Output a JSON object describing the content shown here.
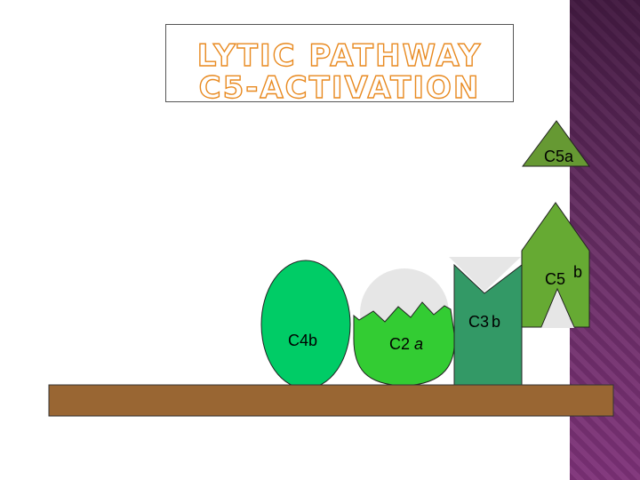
{
  "title": {
    "line1": "LYTIC PATHWAY",
    "line2": "C5-ACTIVATION"
  },
  "components": {
    "c4b": "C4b",
    "c2a": "C2 a",
    "c3b": "C3b",
    "c5b": "C5 b",
    "c5a": "C5a"
  },
  "colors": {
    "c4b": "#00cc66",
    "c2a": "#33cc33",
    "c3b": "#339966",
    "c5": "#66aa33",
    "c5a": "#669933",
    "membrane": "#996633",
    "placeholder": "#e8e8e8",
    "title_outline": "#e8891f",
    "side_strip": "#6d3a69"
  }
}
